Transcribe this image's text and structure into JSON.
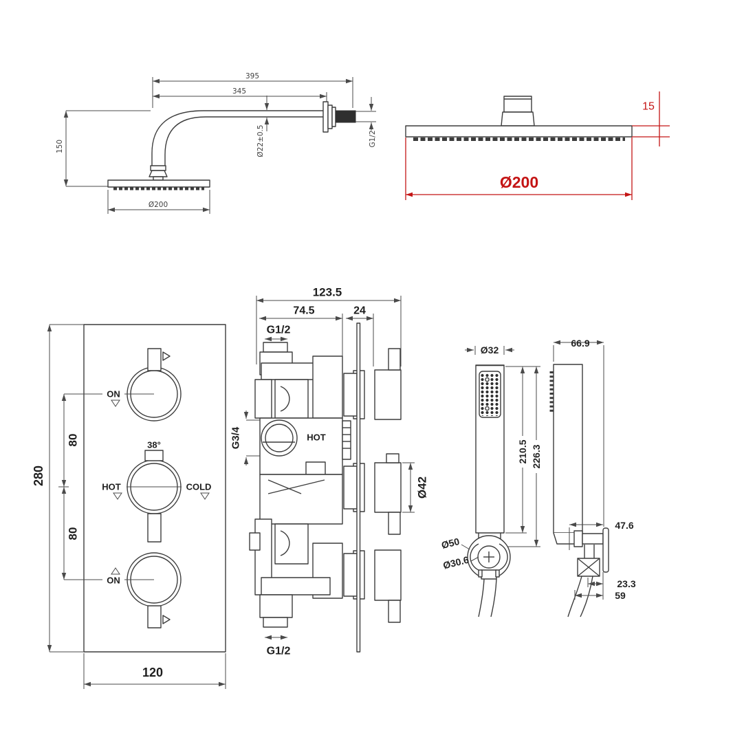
{
  "title": "shower-system-technical-drawing",
  "colors": {
    "background": "#ffffff",
    "line": "#3c3c3c",
    "dimension": "#4a4a4a",
    "accent_red": "#c41414"
  },
  "shower_arm_view": {
    "dim_total_length": "395",
    "dim_arm_length": "345",
    "dim_drop_height": "150",
    "dim_head_diameter": "Ø200",
    "dim_pipe_diameter": "Ø22±0.5",
    "dim_thread": "G1/2"
  },
  "shower_head_view": {
    "dim_thickness": "15",
    "dim_diameter": "Ø200"
  },
  "valve_front_view": {
    "label_on_top": "ON",
    "label_temp": "38°",
    "label_hot": "HOT",
    "label_cold": "COLD",
    "label_on_bottom": "ON",
    "dim_height": "280",
    "dim_spacing_upper": "80",
    "dim_spacing_lower": "80",
    "dim_width": "120"
  },
  "valve_side_view": {
    "dim_total_width": "123.5",
    "dim_body_width": "74.5",
    "dim_projection": "24",
    "label_thread_top": "G1/2",
    "label_thread_port": "G3/4",
    "label_hot": "HOT",
    "dim_knob_diameter": "Ø42",
    "label_thread_bottom": "G1/2"
  },
  "handshower_view": {
    "dim_head_width": "Ø32",
    "dim_side_width": "66.9",
    "dim_body_length": "210.5",
    "dim_total_length": "226.3",
    "dim_holder_outer": "Ø50",
    "dim_holder_inner": "Ø30.6",
    "dim_bracket_offset": "47.6",
    "dim_hose_offset": "23.3",
    "dim_wall_offset": "59"
  }
}
